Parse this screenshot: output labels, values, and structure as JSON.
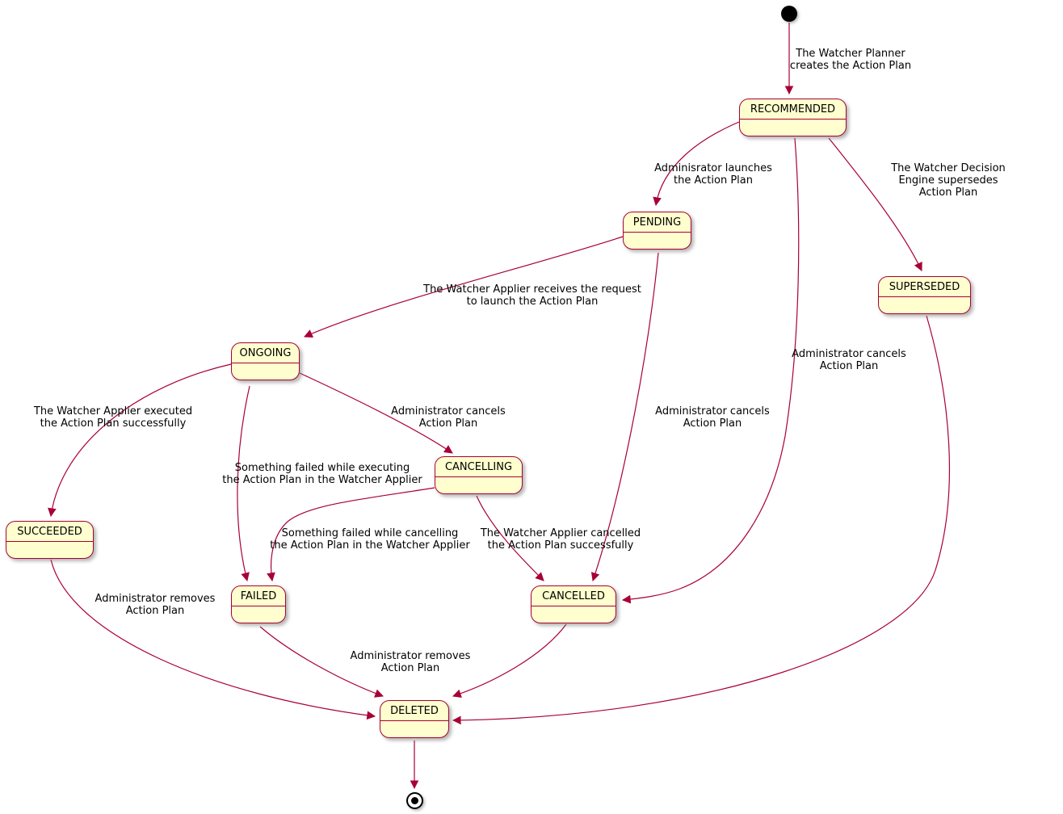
{
  "diagram": {
    "type": "state-machine",
    "colors": {
      "state_fill": "#FEFECE",
      "state_border": "#A80036",
      "arrow": "#A80036",
      "text": "#000000"
    },
    "states": [
      {
        "id": "recommended",
        "label": "RECOMMENDED"
      },
      {
        "id": "pending",
        "label": "PENDING"
      },
      {
        "id": "superseded",
        "label": "SUPERSEDED"
      },
      {
        "id": "ongoing",
        "label": "ONGOING"
      },
      {
        "id": "cancelling",
        "label": "CANCELLING"
      },
      {
        "id": "succeeded",
        "label": "SUCCEEDED"
      },
      {
        "id": "failed",
        "label": "FAILED"
      },
      {
        "id": "cancelled",
        "label": "CANCELLED"
      },
      {
        "id": "deleted",
        "label": "DELETED"
      }
    ],
    "transitions": [
      {
        "from": "initial",
        "to": "RECOMMENDED",
        "label": "The Watcher Planner\ncreates the Action Plan"
      },
      {
        "from": "RECOMMENDED",
        "to": "PENDING",
        "label": "Adminisrator launches\nthe Action Plan"
      },
      {
        "from": "RECOMMENDED",
        "to": "SUPERSEDED",
        "label": "The Watcher Decision Engine supersedes\nAction Plan"
      },
      {
        "from": "PENDING",
        "to": "ONGOING",
        "label": "The Watcher Applier receives the request\nto launch the Action Plan"
      },
      {
        "from": "RECOMMENDED",
        "to": "CANCELLED",
        "label": "Administrator cancels\nAction Plan"
      },
      {
        "from": "ONGOING",
        "to": "SUCCEEDED",
        "label": "The Watcher Applier executed\nthe Action Plan successfully"
      },
      {
        "from": "ONGOING",
        "to": "CANCELLING",
        "label": "Administrator cancels\nAction Plan"
      },
      {
        "from": "PENDING",
        "to": "CANCELLED",
        "label": "Administrator cancels\nAction Plan"
      },
      {
        "from": "ONGOING",
        "to": "FAILED",
        "label": "Something failed while executing\nthe Action Plan in the Watcher Applier"
      },
      {
        "from": "CANCELLING",
        "to": "FAILED",
        "label": "Something failed while cancelling\nthe Action Plan in the Watcher Applier"
      },
      {
        "from": "CANCELLING",
        "to": "CANCELLED",
        "label": "The Watcher Applier cancelled\nthe Action Plan successfully"
      },
      {
        "from": "SUCCEEDED",
        "to": "DELETED",
        "label": "Administrator removes\nAction Plan"
      },
      {
        "from": "FAILED",
        "to": "DELETED",
        "label": "Administrator removes\nAction Plan"
      },
      {
        "from": "CANCELLED",
        "to": "DELETED",
        "label": ""
      },
      {
        "from": "SUPERSEDED",
        "to": "DELETED",
        "label": ""
      },
      {
        "from": "DELETED",
        "to": "final",
        "label": ""
      }
    ]
  }
}
